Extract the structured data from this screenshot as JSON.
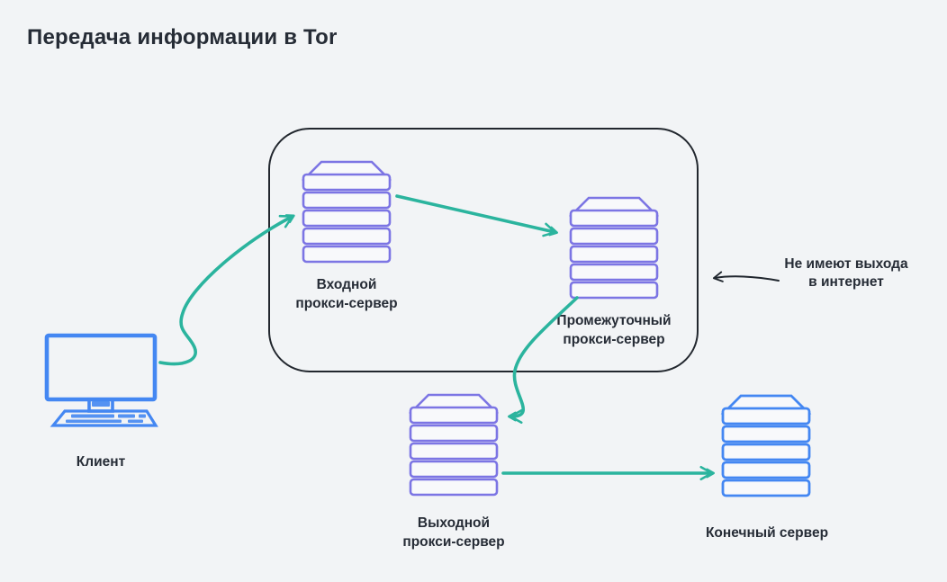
{
  "title": "Передача информации в Tor",
  "colors": {
    "background": "#f2f4f6",
    "ink": "#262c36",
    "purple": "#7c75e4",
    "blue": "#4487f2",
    "teal": "#2bb49e",
    "arrow_black": "#20262e",
    "box_border": "#22272e",
    "slab_fill": "#f8f9fb"
  },
  "nodes": {
    "client": {
      "label": "Клиент"
    },
    "entry_proxy": {
      "label": "Входной\nпрокси-сервер"
    },
    "middle_proxy": {
      "label": "Промежуточный\nпрокси-сервер"
    },
    "exit_proxy": {
      "label": "Выходной\nпрокси-сервер"
    },
    "final_server": {
      "label": "Конечный сервер"
    }
  },
  "annotation": {
    "label": "Не имеют выхода\nв интернет"
  }
}
